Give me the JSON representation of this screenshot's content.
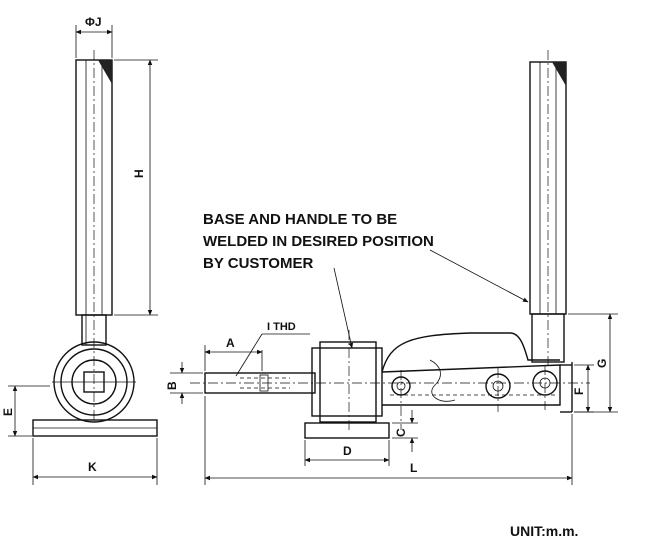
{
  "dimensions": {
    "J": "ΦJ",
    "H": "H",
    "E": "E",
    "K": "K",
    "A": "A",
    "I": "I THD",
    "B": "B",
    "D": "D",
    "C": "C",
    "F": "F",
    "G": "G",
    "L": "L"
  },
  "note": {
    "line1": "BASE AND HANDLE TO BE",
    "line2": "WELDED IN DESIRED POSITION",
    "line3": "BY CUSTOMER"
  },
  "unit_label": "UNIT:m.m."
}
